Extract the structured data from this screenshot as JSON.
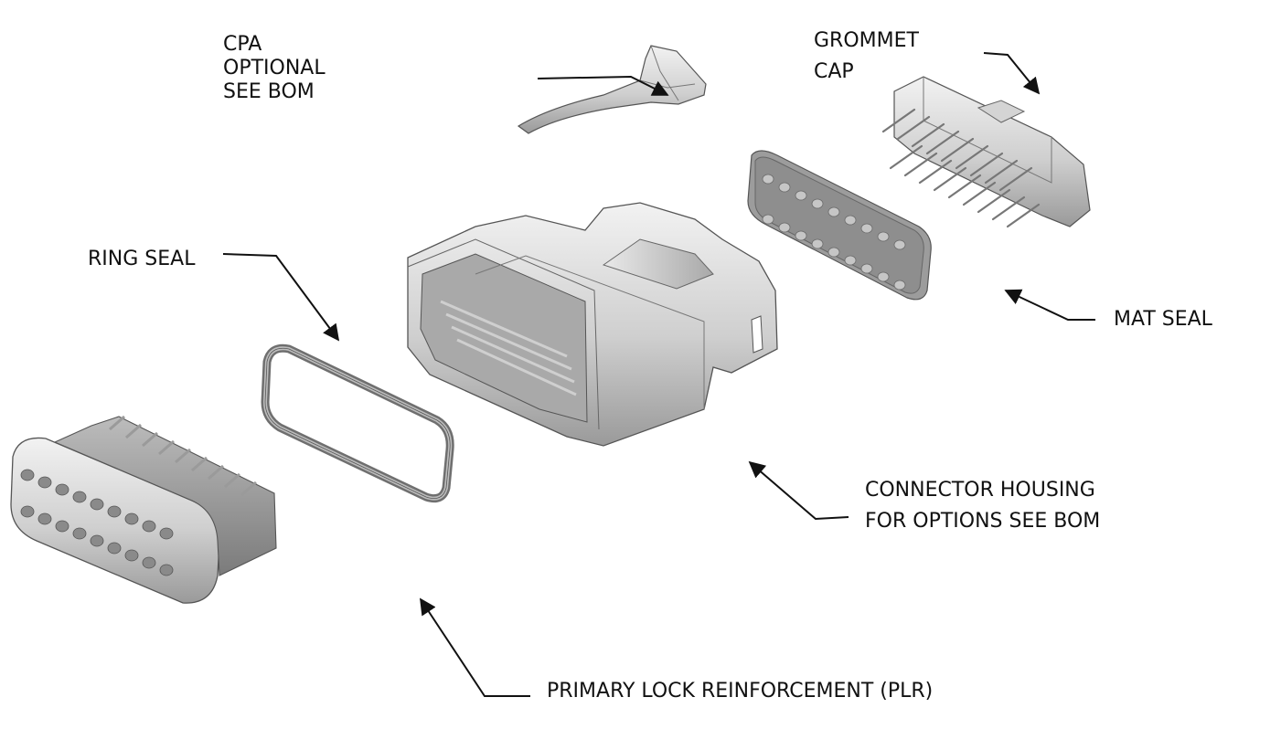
{
  "labels": {
    "cpa": {
      "line1": "CPA",
      "line2": "OPTIONAL",
      "line3": "SEE BOM"
    },
    "grommet_cap": {
      "line1": "GROMMET",
      "line2": "CAP"
    },
    "ring_seal": {
      "line1": "RING SEAL"
    },
    "mat_seal": {
      "line1": "MAT SEAL"
    },
    "connector_housing": {
      "line1": "CONNECTOR HOUSING",
      "line2": "FOR OPTIONS SEE BOM"
    },
    "plr": {
      "line1": "PRIMARY LOCK REINFORCEMENT (PLR)"
    }
  },
  "colors": {
    "part_light": "#e4e4e4",
    "part_mid": "#bdbdbd",
    "part_dark": "#8c8c8c",
    "outline": "#555555",
    "leader": "#111111"
  }
}
